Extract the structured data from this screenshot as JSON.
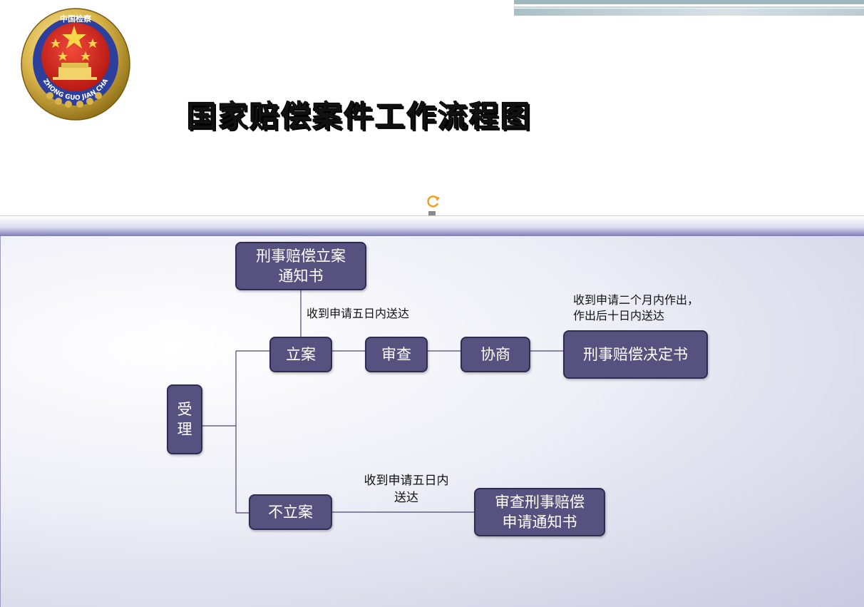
{
  "title": "国家赔偿案件工作流程图",
  "emblem": {
    "text_top": "中国检察",
    "text_ring": "ZHONG GUO JIAN CHA"
  },
  "nodes": {
    "notice_filing": {
      "line1": "刑事赔偿立案",
      "line2": "通知书"
    },
    "accept": {
      "line1": "受",
      "line2": "理"
    },
    "file_case": {
      "label": "立案"
    },
    "review": {
      "label": "审查"
    },
    "negotiate": {
      "label": "协商"
    },
    "decision": {
      "label": "刑事赔偿决定书"
    },
    "no_filing": {
      "label": "不立案"
    },
    "review_notice": {
      "line1": "审查刑事赔偿",
      "line2": "申请通知书"
    }
  },
  "labels": {
    "five_days_top": "收到申请五日内送达",
    "two_months_line1": "收到申请二个月内作出，",
    "two_months_line2": "作出后十日内送达",
    "five_days_bottom_line1": "收到申请五日内",
    "five_days_bottom_line2": "送达"
  },
  "colors": {
    "node_fill": "#55527f",
    "node_border": "#2e2c52",
    "connector": "#4a4870",
    "emblem_red": "#d4211c",
    "emblem_gold": "#d9b54a"
  },
  "icons": {
    "rotate_handle": "rotate-icon",
    "emblem": "procuratorate-emblem"
  }
}
